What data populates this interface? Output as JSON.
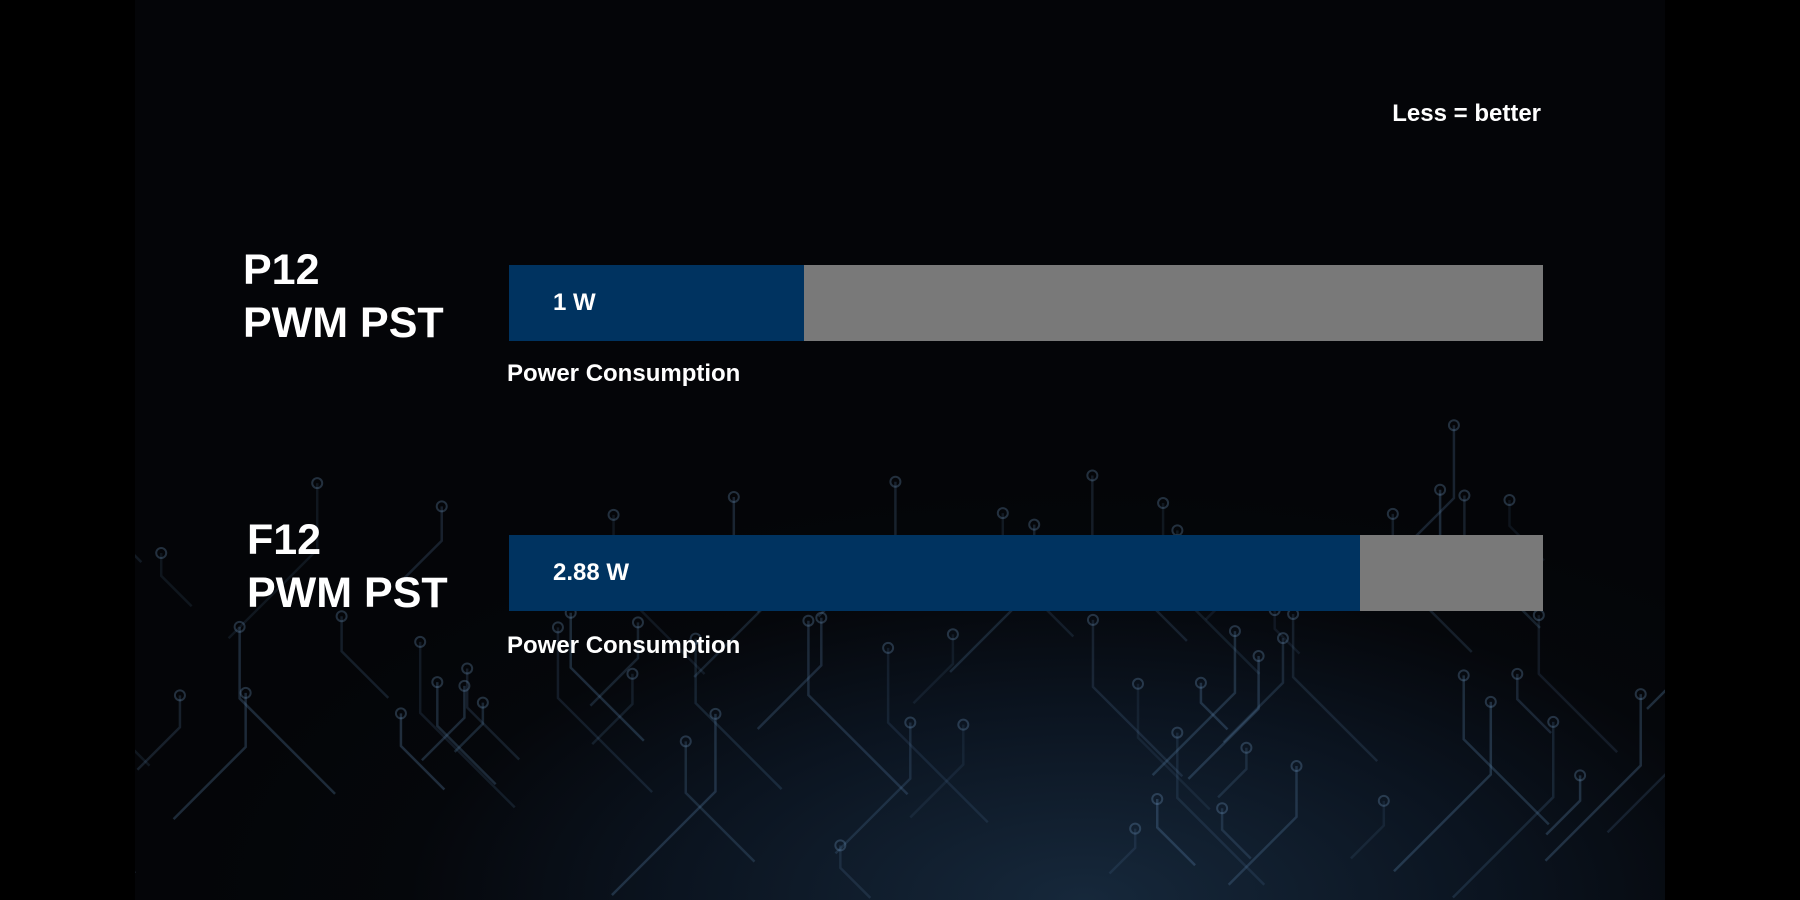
{
  "note": "Less = better",
  "chart_data": {
    "type": "bar",
    "orientation": "horizontal",
    "categories": [
      "P12 PWM PST",
      "F12 PWM PST"
    ],
    "values": [
      1,
      2.88
    ],
    "value_labels": [
      "1 W",
      "2.88 W"
    ],
    "unit": "W",
    "xlim": [
      0,
      3.5
    ],
    "bar_caption": "Power Consumption",
    "annotation": "Less = better",
    "colors": {
      "fill": "#003360",
      "track": "#797979"
    }
  },
  "rows": [
    {
      "line1": "P12",
      "line2": "PWM PST",
      "value_label": "1 W",
      "caption": "Power Consumption"
    },
    {
      "line1": "F12",
      "line2": "PWM PST",
      "value_label": "2.88 W",
      "caption": "Power Consumption"
    }
  ]
}
